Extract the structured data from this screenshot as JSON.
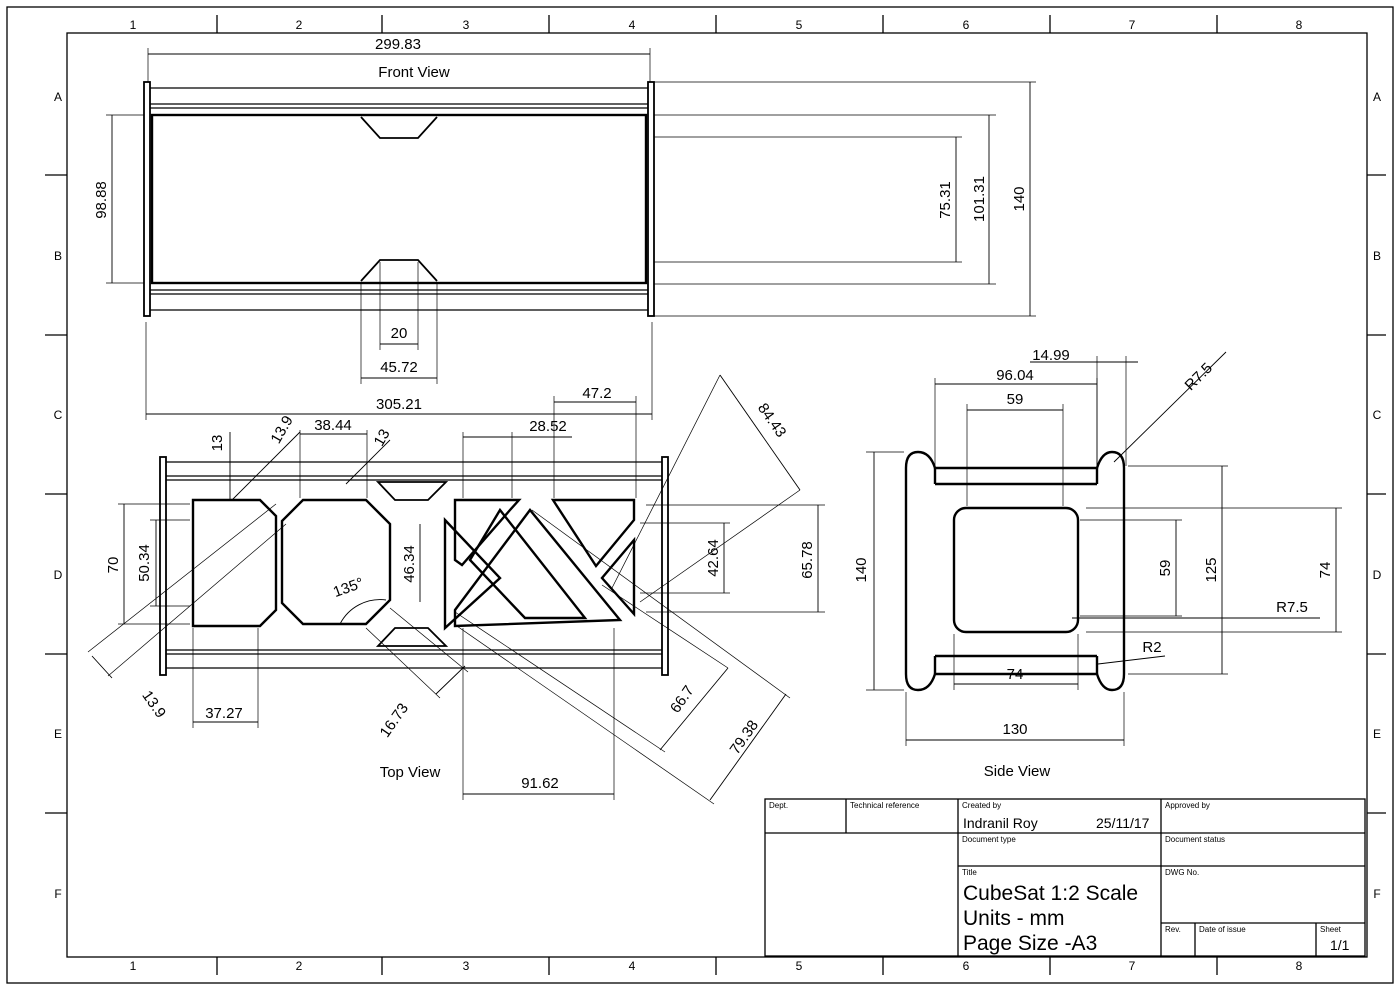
{
  "border": {
    "columns": [
      "1",
      "2",
      "3",
      "4",
      "5",
      "6",
      "7",
      "8"
    ],
    "rows": [
      "A",
      "B",
      "C",
      "D",
      "E",
      "F"
    ]
  },
  "views": {
    "front": "Front View",
    "top": "Top View",
    "side": "Side View"
  },
  "dimensions": {
    "front": {
      "overall_length": "299.83",
      "height": "98.88",
      "d75": "75.31",
      "d101": "101.31",
      "d140": "140",
      "notch_20": "20",
      "notch_45": "45.72",
      "overall_305": "305.21"
    },
    "top": {
      "d13a": "13",
      "d13_9a": "13.9",
      "d38": "38.44",
      "d13b": "13",
      "d28": "28.52",
      "d47": "47.2",
      "d84": "84.43",
      "d70": "70",
      "d50": "50.34",
      "d46": "46.34",
      "angle": "135°",
      "d42": "42.64",
      "d65": "65.78",
      "d13_9b": "13.9",
      "d37": "37.27",
      "d16": "16.73",
      "d66": "66.7",
      "d79": "79.38",
      "d91": "91.62"
    },
    "side": {
      "d14": "14.99",
      "d96": "96.04",
      "d59a": "59",
      "r75a": "R7.5",
      "d140": "140",
      "d59b": "59",
      "d125": "125",
      "d74a": "74",
      "r75b": "R7.5",
      "r2": "R2",
      "d74b": "74",
      "d130": "130"
    }
  },
  "title_block": {
    "dept_label": "Dept.",
    "tech_ref_label": "Technical reference",
    "created_by_label": "Created by",
    "created_by": "Indranil Roy",
    "date": "25/11/17",
    "approved_by_label": "Approved by",
    "doc_type_label": "Document type",
    "doc_status_label": "Document status",
    "title_label": "Title",
    "title_line1": "CubeSat 1:2 Scale",
    "title_line2": "Units - mm",
    "title_line3": "Page Size -A3",
    "dwg_no_label": "DWG No.",
    "rev_label": "Rev.",
    "date_issue_label": "Date of issue",
    "sheet_label": "Sheet",
    "sheet": "1/1"
  }
}
